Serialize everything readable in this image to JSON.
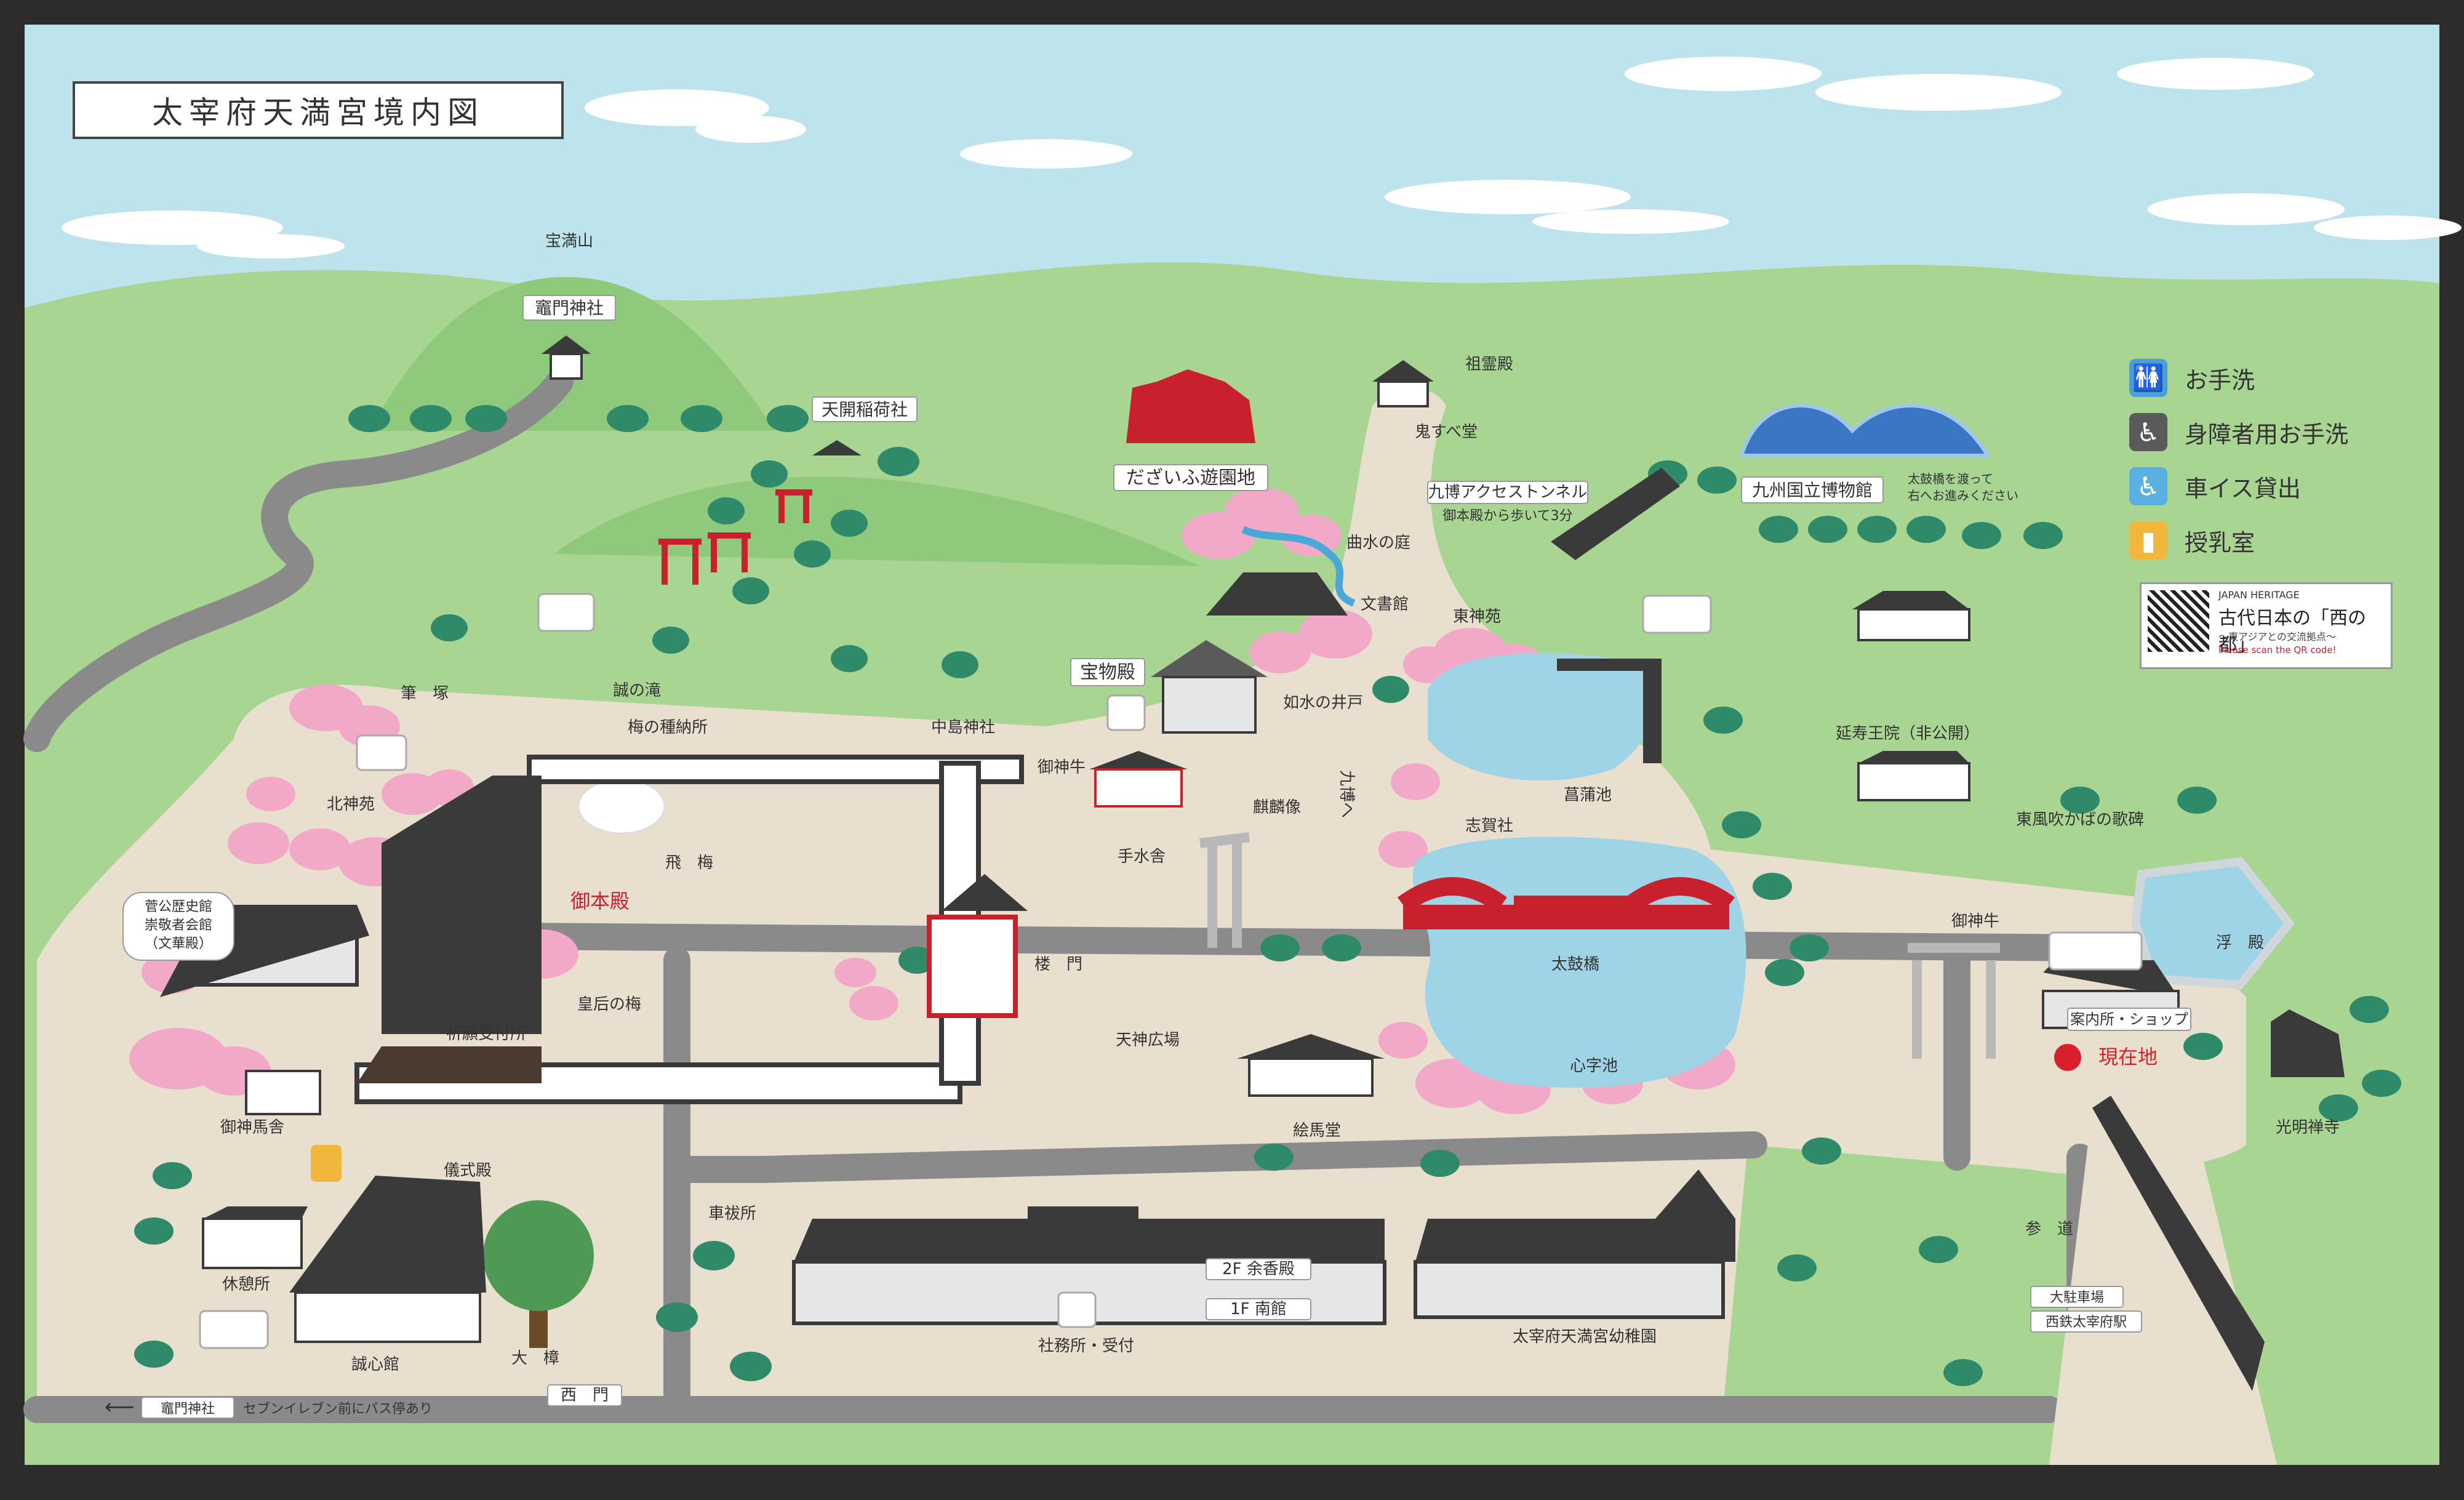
{
  "title": "太宰府天満宮境内図",
  "legend": {
    "items": [
      {
        "label": "お手洗",
        "icon": "restroom-icon",
        "color": "#4a9fd8"
      },
      {
        "label": "身障者用お手洗",
        "icon": "wheelchair-icon",
        "color": "#5a5a5a"
      },
      {
        "label": "車イス貸出",
        "icon": "wheelchair-rental-icon",
        "color": "#5ab0e0"
      },
      {
        "label": "授乳室",
        "icon": "nursing-bottle-icon",
        "color": "#f1b73c"
      }
    ]
  },
  "japan_heritage": {
    "header": "JAPAN HERITAGE",
    "title": "古代日本の「西の都」",
    "subtitle": "〜東アジアとの交流拠点〜",
    "note": "Please scan the QR code!"
  },
  "places": {
    "houman_zan": "宝満山",
    "kamado_jinja": "竈門神社",
    "tenkai_inari": "天開稲荷社",
    "dazaifu_yuenchi": "だざいふ遊園地",
    "sorei_den": "祖霊殿",
    "onisube_do": "鬼すべ堂",
    "tunnel": "九博アクセストンネル",
    "tunnel_note": "御本殿から歩いて3分",
    "kyuhaku": "九州国立博物館",
    "kyuhaku_note_1": "太鼓橋を渡って",
    "kyuhaku_note_2": "右へお進みください",
    "kyokusui": "曲水の庭",
    "bunsho_kan": "文書館",
    "josui_no_ido": "如水の井戸",
    "homotsu_den": "宝物殿",
    "nakajima_jinja": "中島神社",
    "higashi_shinen": "東神苑",
    "enjuoin": "延寿王院（非公開）",
    "fude_zuka": "筆　塚",
    "makoto_no_taki": "誠の滝",
    "ume_shuno": "梅の種納所",
    "kita_shinen": "北神苑",
    "goshingyu_1": "御神牛",
    "kirin_zo": "麒麟像",
    "kyuhaku_arrow": "九博へ",
    "shogetsu_ike": "菖蒲池",
    "shiga_sha": "志賀社",
    "tobiume": "飛　梅",
    "kanko_shiryokan_1": "菅公歴史館",
    "kanko_shiryokan_2": "崇敬者会館",
    "kanko_shiryokan_3": "（文華殿）",
    "gohonden": "御本殿",
    "temizusha": "手水舎",
    "tobu_kaze": "東風吹かばの歌碑",
    "goshingyu_2": "御神牛",
    "ukidono": "浮　殿",
    "taiko_bashi": "太鼓橋",
    "romon": "楼　門",
    "kogo_no_ume": "皇后の梅",
    "kigan_uketsuke": "祈願受付所",
    "tenjin_hiroba": "天神広場",
    "annaijo": "案内所・ショップ",
    "genzaichi": "現在地",
    "shinji_ike": "心字池",
    "komyozenji": "光明禅寺",
    "goshimme_sha": "御神馬舎",
    "ema_do": "絵馬堂",
    "gishiki_den": "儀式殿",
    "shabatsu": "車祓所",
    "kyukei_jo": "休憩所",
    "yoko_den": "2F 余香殿",
    "nan_kan": "1F 南館",
    "shamusho": "社務所・受付",
    "yochien": "太宰府天満宮幼稚園",
    "sando": "参　道",
    "seishin_kan": "誠心館",
    "ookusu": "大　樟",
    "nishi_mon": "西　門",
    "daichushajo": "大駐車場",
    "nishitetsu": "西鉄太宰府駅",
    "kamado_bus": "竈門神社",
    "bus_note": "セブンイレブン前にバス停あり"
  },
  "colors": {
    "sky": "#bde3ec",
    "grass": "#a8d591",
    "hill": "#8fc97c",
    "path": "#e8dfcf",
    "road": "#8a8a8a",
    "tree": "#2f8a6a",
    "sakura": "#f2a9c8",
    "water": "#9fd3e6",
    "bridge": "#c8202c",
    "roof": "#3a3a3a"
  }
}
